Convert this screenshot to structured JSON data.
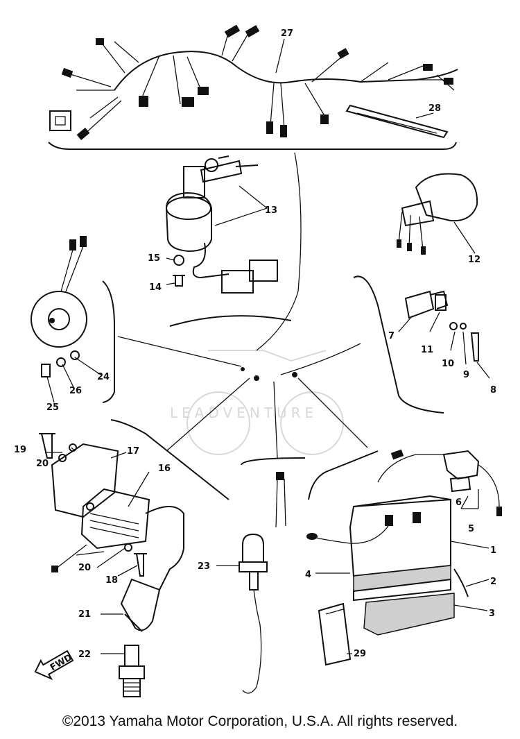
{
  "watermark": "LEADVENTURE",
  "arrow_label": "FWD",
  "callouts": {
    "1": "1",
    "2": "2",
    "3": "3",
    "4": "4",
    "5": "5",
    "6": "6",
    "7": "7",
    "8": "8",
    "9": "9",
    "10": "10",
    "11": "11",
    "12": "12",
    "13": "13",
    "14": "14",
    "15": "15",
    "16": "16",
    "17": "17",
    "18": "18",
    "19": "19",
    "20a": "20",
    "20b": "20",
    "21": "21",
    "22": "22",
    "23": "23",
    "24": "24",
    "25": "25",
    "26": "26",
    "27": "27",
    "28": "28",
    "29": "29"
  },
  "copyright": "©2013 Yamaha Motor Corporation, U.S.A. All rights reserved."
}
